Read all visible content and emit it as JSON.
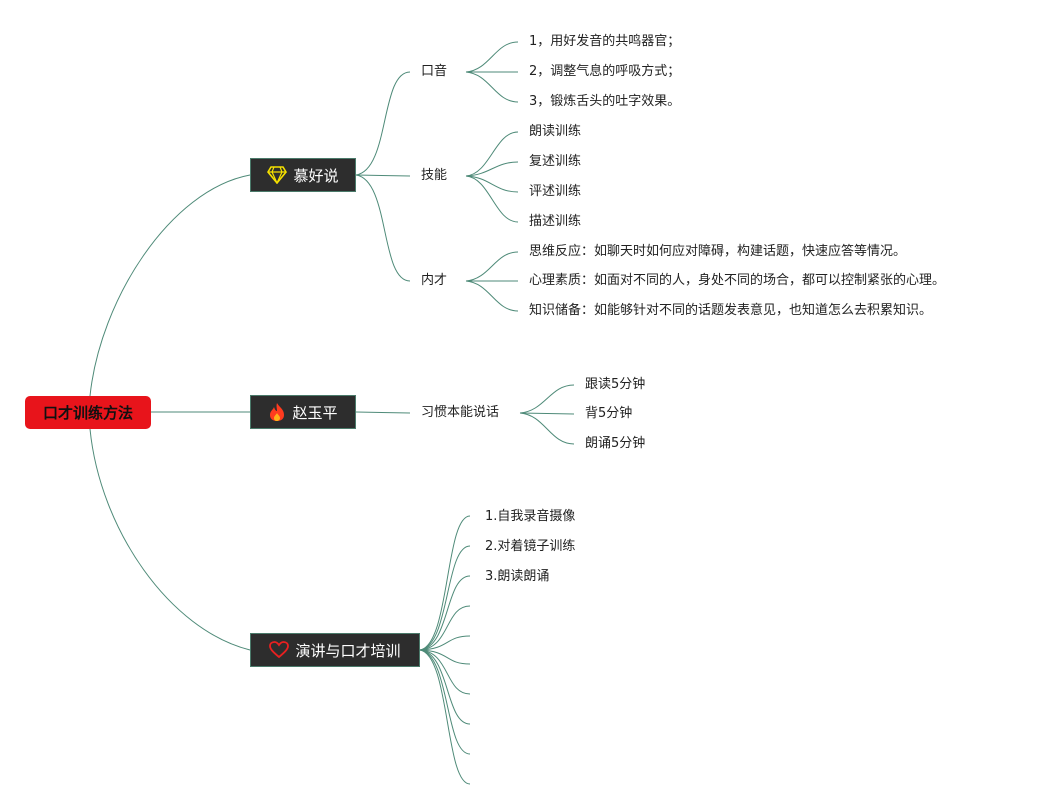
{
  "root": {
    "label": "口才训练方法"
  },
  "branches": [
    {
      "label": "慕好说",
      "icon": "diamond-icon",
      "icon_color": "#f5e000",
      "topics": [
        {
          "label": "口音",
          "items": [
            "1，用好发音的共鸣器官；",
            "2，调整气息的呼吸方式；",
            "3，锻炼舌头的吐字效果。"
          ]
        },
        {
          "label": "技能",
          "items": [
            "朗读训练",
            "复述训练",
            "评述训练",
            "描述训练"
          ]
        },
        {
          "label": "内才",
          "items": [
            "思维反应：如聊天时如何应对障碍，构建话题，快速应答等情况。",
            "心理素质：如面对不同的人，身处不同的场合，都可以控制紧张的心理。",
            "知识储备：如能够针对不同的话题发表意见，也知道怎么去积累知识。"
          ]
        }
      ]
    },
    {
      "label": "赵玉平",
      "icon": "fire-icon",
      "icon_color": "#ff3b1f",
      "topics": [
        {
          "label": "习惯本能说话",
          "items": [
            "跟读5分钟",
            "背5分钟",
            "朗诵5分钟"
          ]
        }
      ]
    },
    {
      "label": "演讲与口才培训",
      "icon": "heart-icon",
      "icon_color": "#e82020",
      "items": [
        "1.自我录音摄像",
        "2.对着镜子训练",
        "3.朗读朗诵",
        "",
        "",
        "",
        "",
        "",
        "",
        ""
      ]
    }
  ],
  "colors": {
    "line": "#4e8a78",
    "root_bg": "#e8141b",
    "branch_bg": "#2d2d2d"
  }
}
